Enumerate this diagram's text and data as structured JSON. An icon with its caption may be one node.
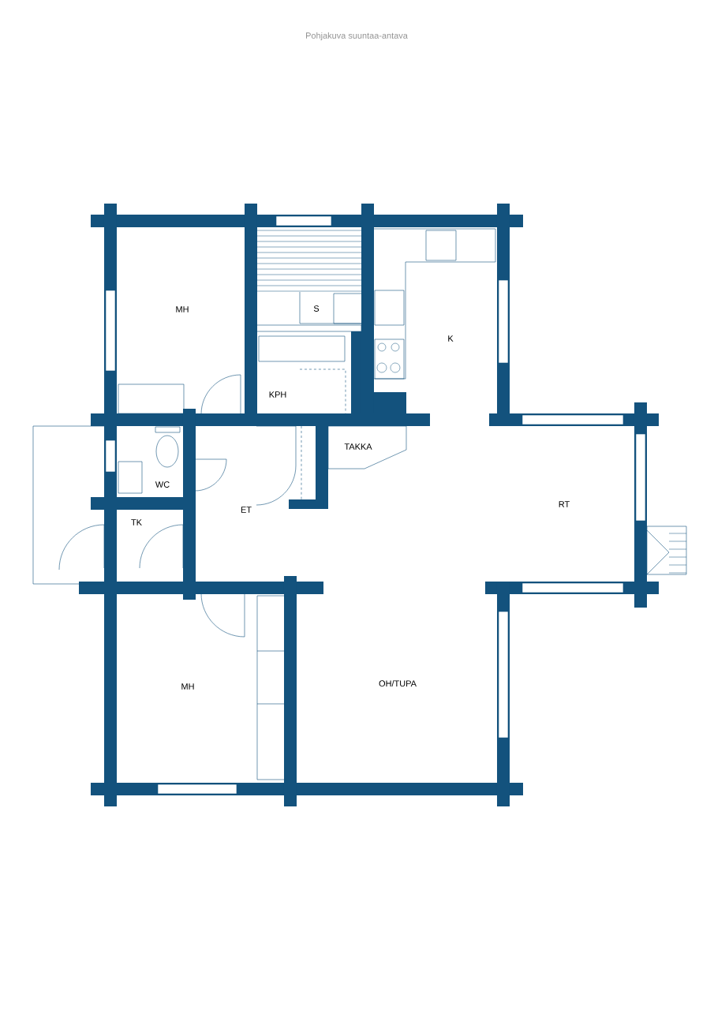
{
  "diagram": {
    "title": "Pohjakuva suuntaa-antava",
    "labels": [
      "MH",
      "S",
      "K",
      "KPH",
      "TAKKA",
      "WC",
      "ET",
      "RT",
      "TK",
      "MH",
      "OH/TUPA"
    ]
  }
}
